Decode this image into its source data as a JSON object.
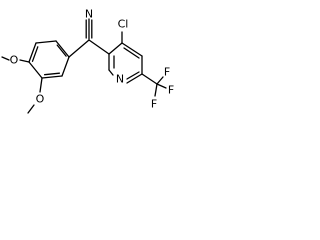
{
  "molecule": {
    "atom_labels": {
      "nitrile_n": "N",
      "chloro": "Cl",
      "pyridine_n": "N",
      "methoxy_o_top": "O",
      "methoxy_o_bottom": "O",
      "cf3_f_top": "F",
      "cf3_f_right": "F",
      "cf3_f_bottom": "F"
    }
  }
}
